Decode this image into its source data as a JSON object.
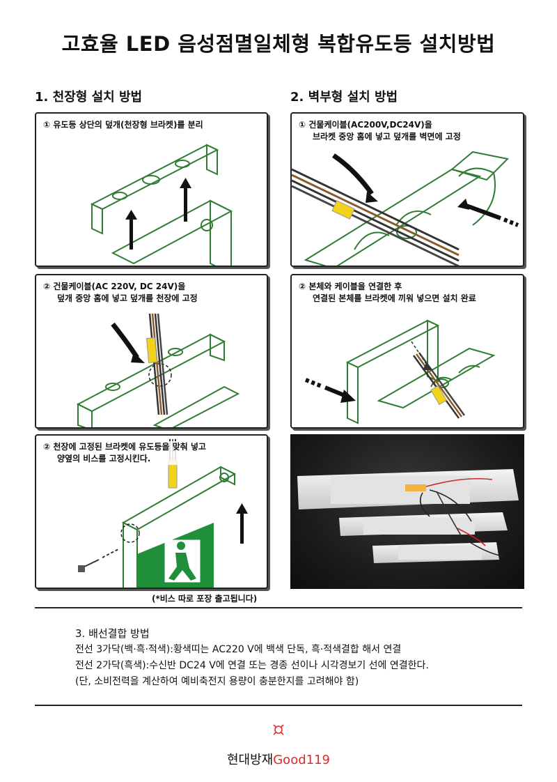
{
  "title": "고효율 LED 음성점멸일체형 복합유도등 설치방법",
  "section1": {
    "heading": "1. 천장형 설치 방법",
    "steps": [
      {
        "num": "①",
        "line1": "유도등 상단의 덮개(천장형 브라켓)를 분리",
        "line2": ""
      },
      {
        "num": "②",
        "line1": "건물케이블(AC 220V, DC 24V)을",
        "line2": "덮개 중앙 홈에 넣고 덮개를 천장에 고정"
      },
      {
        "num": "②",
        "line1": "천장에 고정된 브라켓에 유도등을 맞춰 넣고",
        "line2": "양옆의 비스를 고정시킨다."
      }
    ],
    "note": "(*비스 따로 포장 출고됩니다)"
  },
  "section2": {
    "heading": "2. 벽부형 설치 방법",
    "steps": [
      {
        "num": "①",
        "line1": "건물케이블(AC200V,DC24V)을",
        "line2": "브라켓 중앙 홈에 넣고 덮개를 벽면에 고정"
      },
      {
        "num": "②",
        "line1": "본체와 케이블을 연결한 후",
        "line2": "연결된 본체를 브라켓에 끼워 넣으면 설치 완료"
      }
    ]
  },
  "section3": {
    "heading": "3. 배선결합 방법",
    "lines": [
      "전선 3가닥(백·흑·적색):황색띠는 AC220 V에 백색 단독, 흑·적색결합 해서 연결",
      "전선 2가닥(흑색):수신반 DC24 V에 연결 또는 경종 선이나 시각경보기 선에 연결한다.",
      "(단, 소비전력을 계산하여 예비축전지 용량이 충분한지를 고려해야 함)"
    ]
  },
  "footer": {
    "brand_main": "현대방재",
    "brand_accent": "Good119"
  },
  "colors": {
    "line_green": "#2e7d32",
    "sign_green": "#1f8f3a",
    "brand_red": "#e6262b"
  }
}
